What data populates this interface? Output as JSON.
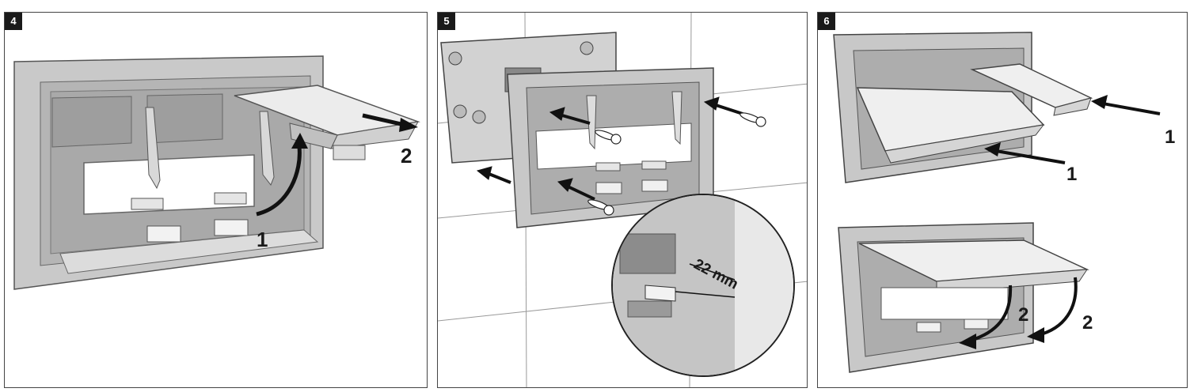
{
  "panels": [
    {
      "step": "4",
      "labels": [
        "1",
        "2"
      ]
    },
    {
      "step": "5",
      "labels": [
        "22 mm"
      ]
    },
    {
      "step": "6",
      "labels_top": [
        "1",
        "1"
      ],
      "labels_bottom": [
        "2",
        "2"
      ]
    }
  ]
}
